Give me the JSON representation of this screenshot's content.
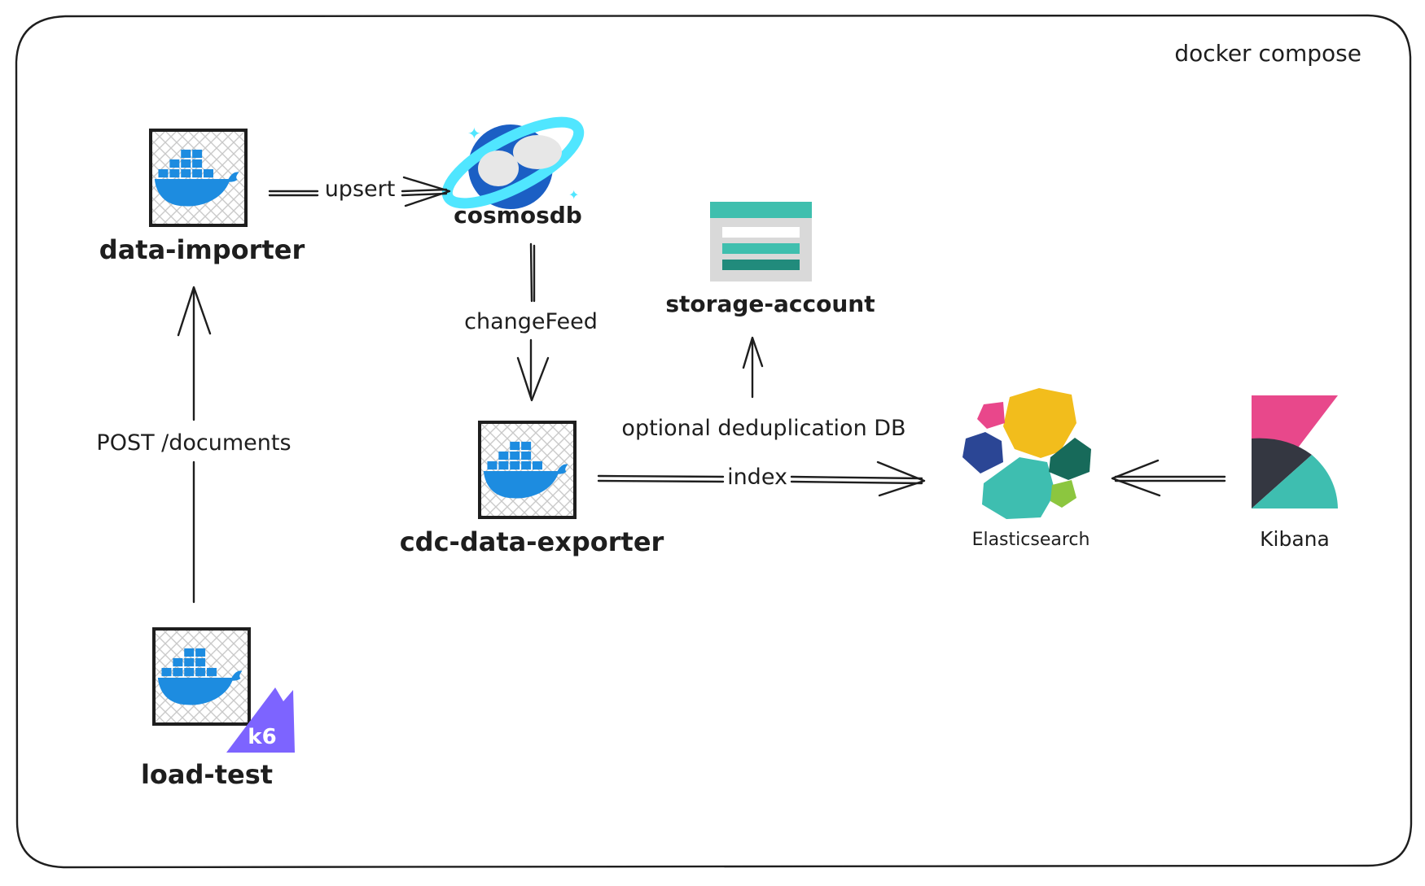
{
  "frame": {
    "label": "docker compose"
  },
  "nodes": {
    "data_importer": {
      "label": "data-importer",
      "icon": "docker-whale-icon"
    },
    "cosmosdb": {
      "label": "cosmosdb",
      "icon": "cosmosdb-icon"
    },
    "storage_account": {
      "label": "storage-account",
      "icon": "storage-account-icon"
    },
    "cdc_data_exporter": {
      "label": "cdc-data-exporter",
      "icon": "docker-whale-icon"
    },
    "elasticsearch": {
      "label": "Elasticsearch",
      "icon": "elasticsearch-icon"
    },
    "kibana": {
      "label": "Kibana",
      "icon": "kibana-icon"
    },
    "load_test": {
      "label": "load-test",
      "icon": "docker-whale-icon",
      "badge": "k6"
    }
  },
  "edges": {
    "upsert": {
      "label": "upsert"
    },
    "change_feed": {
      "label": "changeFeed"
    },
    "post_documents": {
      "label": "POST /documents"
    },
    "index": {
      "label": "index"
    },
    "dedup": {
      "label": "optional deduplication DB"
    }
  },
  "colors": {
    "docker_blue": "#1d8ce0",
    "cosmos_blue": "#1b5fc4",
    "cosmos_cyan": "#50e6ff",
    "storage_teal": "#3fbfae",
    "storage_dark": "#218b7c",
    "storage_gray": "#d9d9d9",
    "elastic_yellow": "#f2bd1c",
    "elastic_pink": "#e9478b",
    "elastic_navy": "#2b4695",
    "elastic_teal": "#3ebeb0",
    "elastic_green": "#176a5a",
    "elastic_lime": "#8cc63f",
    "kibana_pink": "#e8488b",
    "kibana_dark": "#343741",
    "kibana_teal": "#3ebeb0",
    "k6_purple": "#7d64ff"
  }
}
